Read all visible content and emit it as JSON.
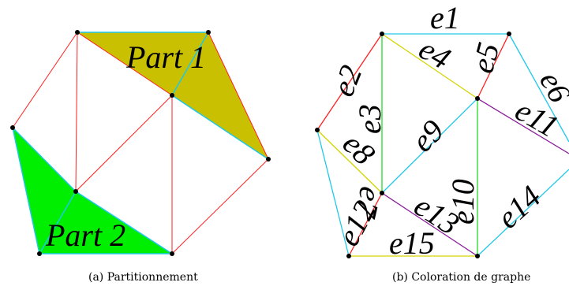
{
  "colors": {
    "red": "#ff2020",
    "cyan": "#20c8e8",
    "yellow": "#d4d400",
    "green": "#22dd22",
    "purple": "#8a1a9a",
    "olive_fill": "#c8c000",
    "green_fill": "#00ee00"
  },
  "left": {
    "part1_label": "Part 1",
    "part2_label": "Part 2",
    "caption": "(a) Partitionnement"
  },
  "right": {
    "caption": "(b) Coloration de graphe",
    "edges": [
      {
        "label": "e1",
        "color": "cyan"
      },
      {
        "label": "e2",
        "color": "red"
      },
      {
        "label": "e3",
        "color": "green"
      },
      {
        "label": "e4",
        "color": "yellow"
      },
      {
        "label": "e5",
        "color": "red"
      },
      {
        "label": "e6",
        "color": "cyan"
      },
      {
        "label": "e7",
        "color": "cyan"
      },
      {
        "label": "e8",
        "color": "yellow"
      },
      {
        "label": "e9",
        "color": "cyan"
      },
      {
        "label": "e10",
        "color": "green"
      },
      {
        "label": "e11",
        "color": "purple"
      },
      {
        "label": "e12",
        "color": "red"
      },
      {
        "label": "e13",
        "color": "purple"
      },
      {
        "label": "e14",
        "color": "cyan"
      },
      {
        "label": "e15",
        "color": "yellow"
      }
    ]
  }
}
